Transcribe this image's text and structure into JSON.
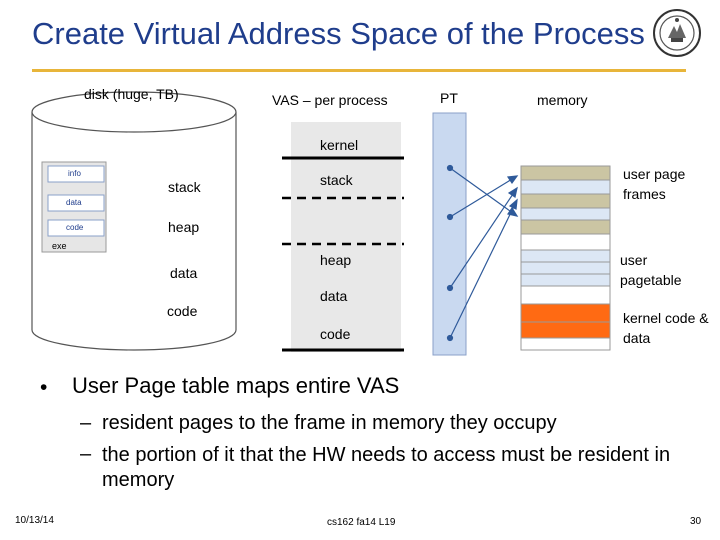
{
  "slide": {
    "title": "Create Virtual Address Space of the Process",
    "colors": {
      "title": "#1f3d8c",
      "rule": "#e8b53a",
      "pt_fill": "#c9d9f0",
      "frame_tan": "#cbc5a3",
      "frame_blue": "#dce7f5",
      "kernel_orange": "#ff6a13"
    }
  },
  "diagram": {
    "headers": {
      "disk": "disk (huge, TB)",
      "vas": "VAS – per process",
      "pt": "PT",
      "memory": "memory"
    },
    "exe_file": {
      "sections": [
        "info",
        "data",
        "code"
      ],
      "label": "exe"
    },
    "disk_regions": [
      "stack",
      "heap",
      "data",
      "code"
    ],
    "vas_regions": {
      "kernel": "kernel",
      "stack": "stack",
      "heap": "heap",
      "data": "data",
      "code": "code"
    },
    "memory_labels": {
      "user_frames": "user page frames",
      "user_pagetable": "user pagetable",
      "kernel": "kernel code & data"
    }
  },
  "bullets": {
    "main": "User Page table maps entire VAS",
    "subs": [
      "resident pages to the frame in memory they occupy",
      "the portion of it that the HW needs to access must be resident in memory"
    ]
  },
  "footer": {
    "date": "10/13/14",
    "course": "cs162 fa14 L19",
    "page": "30"
  }
}
